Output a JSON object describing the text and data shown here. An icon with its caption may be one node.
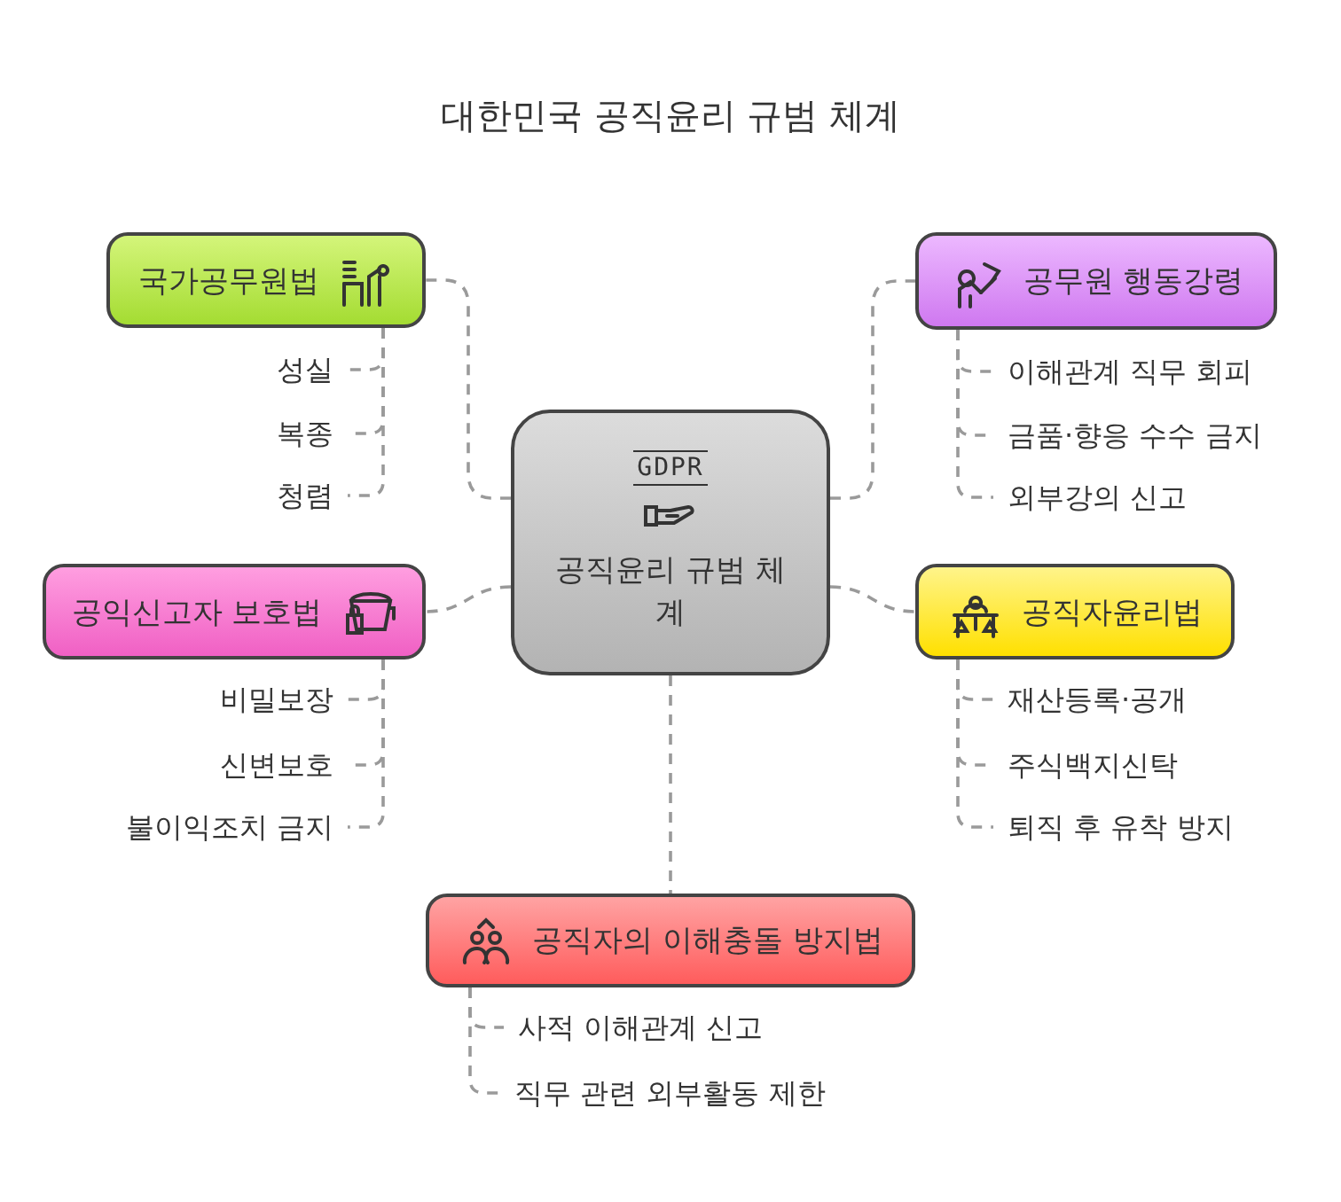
{
  "diagram": {
    "title": "대한민국 공직윤리 규범 체계",
    "nodes": [
      {
        "text": [
          "GDPR",
          "공직윤리 규범 체계"
        ]
      },
      {
        "text": [
          "국가공무원법"
        ]
      },
      {
        "text": [
          "성실"
        ]
      },
      {
        "text": [
          "복종"
        ]
      },
      {
        "text": [
          "청렴"
        ]
      },
      {
        "text": [
          "공무원 행동강령"
        ]
      },
      {
        "text": [
          "이해관계 직무 회피"
        ]
      },
      {
        "text": [
          "금품·향응 수수 금지"
        ]
      },
      {
        "text": [
          "외부강의 신고"
        ]
      },
      {
        "text": [
          "공익신고자 보호법"
        ]
      },
      {
        "text": [
          "비밀보장"
        ]
      },
      {
        "text": [
          "신변보호"
        ]
      },
      {
        "text": [
          "불이익조치 금지"
        ]
      },
      {
        "text": [
          "공직자윤리법"
        ]
      },
      {
        "text": [
          "재산등록·공개"
        ]
      },
      {
        "text": [
          "주식백지신탁"
        ]
      },
      {
        "text": [
          "퇴직 후 유착 방지"
        ]
      },
      {
        "text": [
          "공직자의 이해충돌 방지법"
        ]
      },
      {
        "text": [
          "사적 이해관계 신고"
        ]
      },
      {
        "text": [
          "직무 관련 외부활동 제한"
        ]
      }
    ],
    "edges": [
      {
        "from": 0,
        "to": 1,
        "arrow": "none",
        "style": "dashed"
      },
      {
        "from": 0,
        "to": 5,
        "arrow": "none",
        "style": "dashed"
      },
      {
        "from": 0,
        "to": 9,
        "arrow": "none",
        "style": "dashed"
      },
      {
        "from": 0,
        "to": 13,
        "arrow": "none",
        "style": "dashed"
      },
      {
        "from": 0,
        "to": 17,
        "arrow": "none",
        "style": "dashed"
      },
      {
        "from": 1,
        "to": 2,
        "arrow": "none",
        "style": "dashed"
      },
      {
        "from": 1,
        "to": 3,
        "arrow": "none",
        "style": "dashed"
      },
      {
        "from": 1,
        "to": 4,
        "arrow": "none",
        "style": "dashed"
      },
      {
        "from": 5,
        "to": 6,
        "arrow": "none",
        "style": "dashed"
      },
      {
        "from": 5,
        "to": 7,
        "arrow": "none",
        "style": "dashed"
      },
      {
        "from": 5,
        "to": 8,
        "arrow": "none",
        "style": "dashed"
      },
      {
        "from": 9,
        "to": 10,
        "arrow": "none",
        "style": "dashed"
      },
      {
        "from": 9,
        "to": 11,
        "arrow": "none",
        "style": "dashed"
      },
      {
        "from": 9,
        "to": 12,
        "arrow": "none",
        "style": "dashed"
      },
      {
        "from": 13,
        "to": 14,
        "arrow": "none",
        "style": "dashed"
      },
      {
        "from": 13,
        "to": 15,
        "arrow": "none",
        "style": "dashed"
      },
      {
        "from": 13,
        "to": 16,
        "arrow": "none",
        "style": "dashed"
      },
      {
        "from": 17,
        "to": 18,
        "arrow": "none",
        "style": "dashed"
      },
      {
        "from": 17,
        "to": 19,
        "arrow": "none",
        "style": "dashed"
      }
    ]
  }
}
